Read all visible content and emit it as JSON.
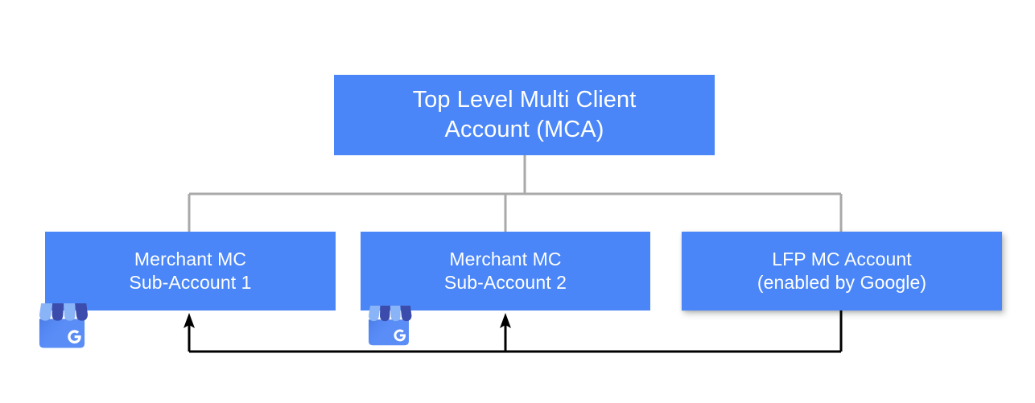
{
  "diagram": {
    "title": "Google Merchant Center account hierarchy for Local Feeds Partnership",
    "background_color": "#ffffff",
    "node_color": "#4a86f7",
    "node_text_color": "#ffffff",
    "tree_connector_color": "#a9a9a9",
    "feedback_arrow_color": "#000000",
    "nodes": {
      "root": {
        "line1": "Top Level Multi Client",
        "line2": "Account (MCA)"
      },
      "sub1": {
        "line1": "Merchant MC",
        "line2": "Sub-Account 1"
      },
      "sub2": {
        "line1": "Merchant MC",
        "line2": "Sub-Account 2"
      },
      "lfp": {
        "line1": "LFP MC Account",
        "line2": "(enabled by Google)"
      }
    },
    "icons": {
      "gmb_storefront_1": "google-my-business-storefront-icon",
      "gmb_storefront_2": "google-my-business-storefront-icon",
      "awning_light": "#8ab4f8",
      "awning_dark": "#3c4cad",
      "body": "#5b8df6",
      "letter": "G"
    }
  }
}
